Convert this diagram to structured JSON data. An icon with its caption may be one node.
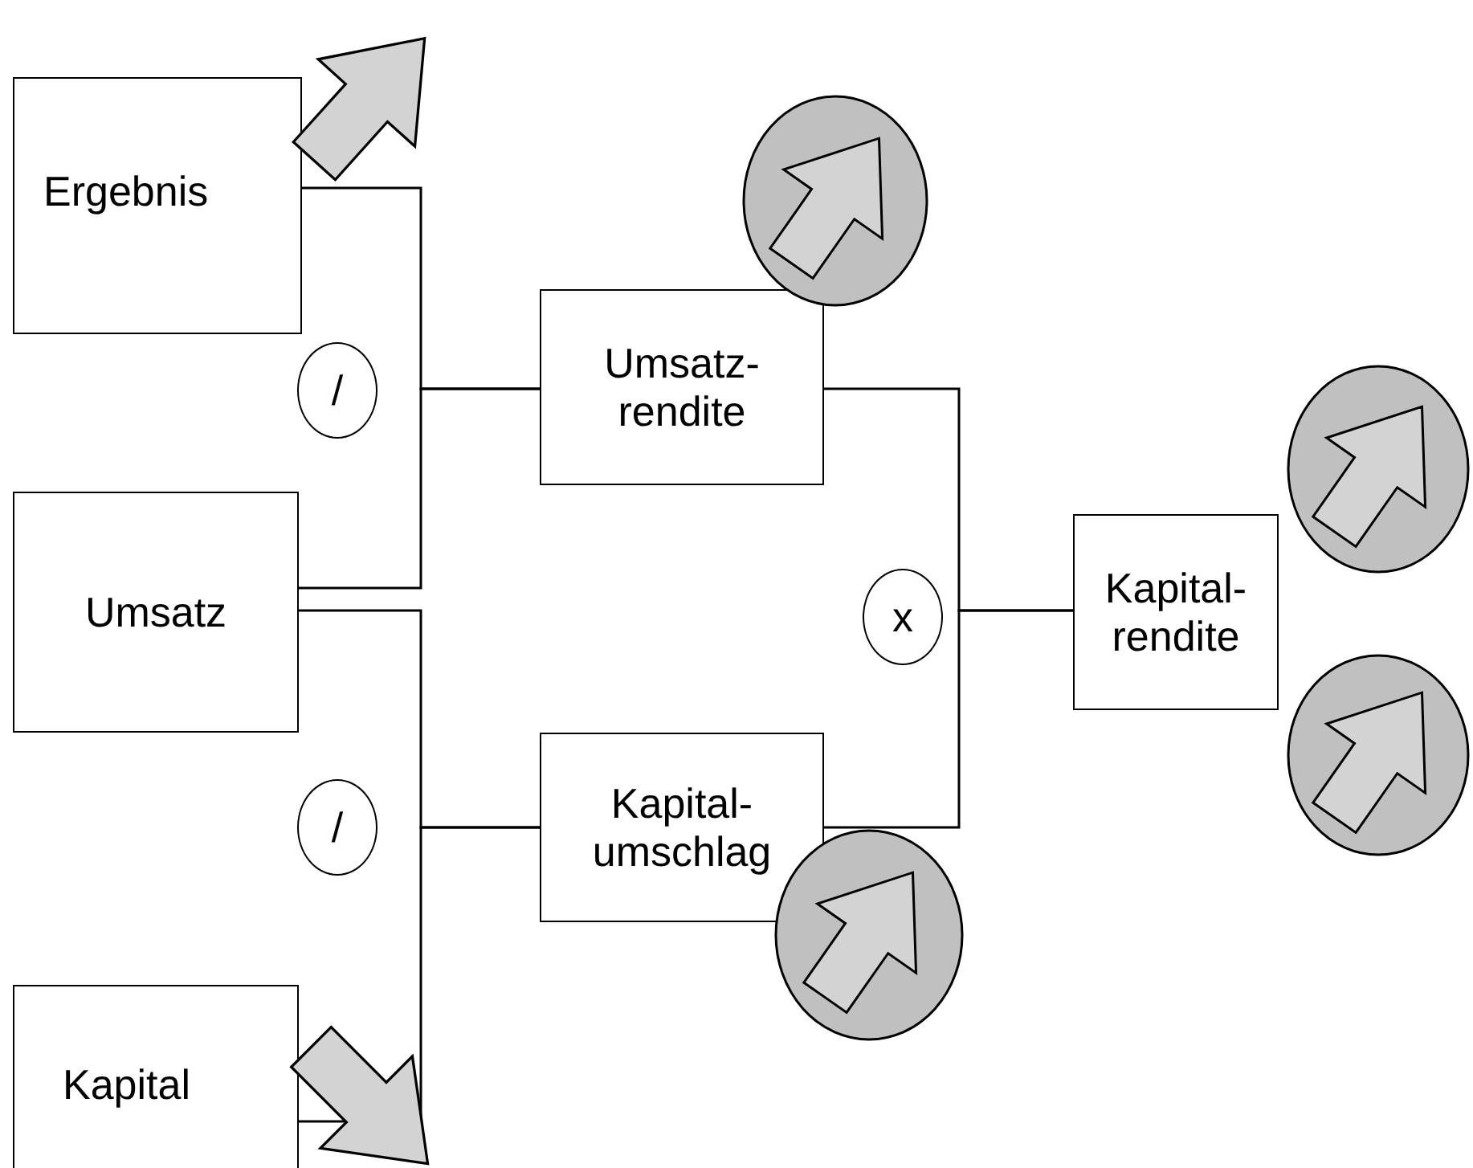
{
  "diagram": {
    "nodes": [
      {
        "text": [
          "Ergebnis"
        ]
      },
      {
        "text": [
          "/"
        ]
      },
      {
        "text": [
          "Umsatz- rendite"
        ]
      },
      {
        "text": [
          "Umsatz"
        ]
      },
      {
        "text": [
          "x"
        ]
      },
      {
        "text": [
          "Kapital- rendite"
        ]
      },
      {
        "text": [
          "/"
        ]
      },
      {
        "text": [
          "Kapital- umschlag"
        ]
      },
      {
        "text": [
          "Kapital"
        ]
      }
    ],
    "edges": [
      {
        "from": 0,
        "to": 2,
        "arrow": "none"
      },
      {
        "from": 3,
        "to": 2,
        "arrow": "none"
      },
      {
        "from": 3,
        "to": 7,
        "arrow": "none"
      },
      {
        "from": 8,
        "to": 7,
        "arrow": "none"
      },
      {
        "from": 2,
        "to": 5,
        "arrow": "none"
      },
      {
        "from": 7,
        "to": 5,
        "arrow": "none"
      }
    ]
  }
}
